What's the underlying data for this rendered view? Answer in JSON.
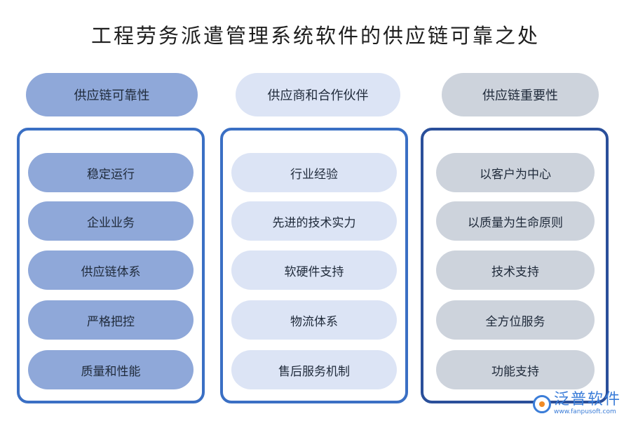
{
  "title": "工程劳务派遣管理系统软件的供应链可靠之处",
  "columns": [
    {
      "header": "供应链可靠性",
      "items": [
        "稳定运行",
        "企业业务",
        "供应链体系",
        "严格把控",
        "质量和性能"
      ]
    },
    {
      "header": "供应商和合作伙伴",
      "items": [
        "行业经验",
        "先进的技术实力",
        "软硬件支持",
        "物流体系",
        "售后服务机制"
      ]
    },
    {
      "header": "供应链重要性",
      "items": [
        "以客户为中心",
        "以质量为生命原则",
        "技术支持",
        "全方位服务",
        "功能支持"
      ]
    }
  ],
  "logo": {
    "name": "泛普软件",
    "url": "www.fanpusoft.com"
  },
  "colors": {
    "col1_fill": "#8fa8d9",
    "col2_fill": "#dce4f5",
    "col3_fill": "#cdd3dc",
    "border_col1": "#3a6fc4",
    "border_col2": "#3a6fc4",
    "border_col3": "#2a4f9a"
  }
}
